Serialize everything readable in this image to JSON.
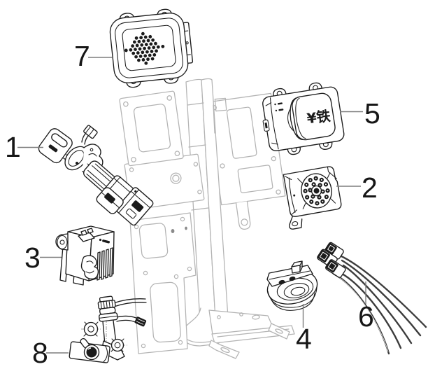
{
  "document": {
    "type": "exploded-parts-diagram",
    "background": "#ffffff"
  },
  "diagram": {
    "style": {
      "part_line_color": "#1b1b1b",
      "frame_line_color": "#b3b3b3",
      "leader_line_color": "#7d7d7d",
      "label_color": "#161616",
      "wire_color": "#3c3c3c"
    },
    "callouts": [
      {
        "number": "1"
      },
      {
        "number": "2"
      },
      {
        "number": "3"
      },
      {
        "number": "4"
      },
      {
        "number": "5"
      },
      {
        "number": "6"
      },
      {
        "number": "7"
      },
      {
        "number": "8"
      }
    ],
    "part5_button_glyphs": "¥铁"
  }
}
